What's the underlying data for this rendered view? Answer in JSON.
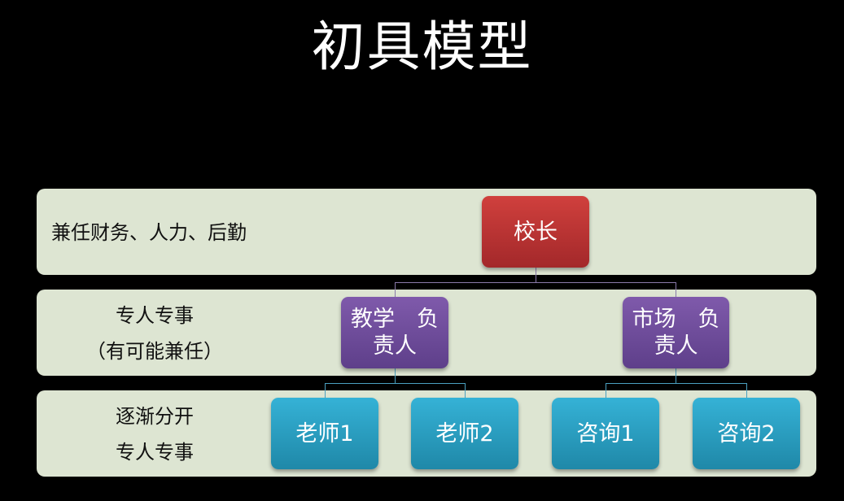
{
  "title": "初具模型",
  "colors": {
    "background": "#000000",
    "band": "#dde5d2",
    "principal_node": "#c0393a",
    "manager_node": "#6f4c9b",
    "staff_node": "#2aa0c4",
    "connector_purple": "#8a7aaa",
    "connector_blue": "#4aa0c0"
  },
  "rows": [
    {
      "label_lines": [
        "兼任财务、人力、后勤"
      ]
    },
    {
      "label_lines": [
        "专人专事",
        "（有可能兼任）"
      ]
    },
    {
      "label_lines": [
        "逐渐分开",
        "专人专事"
      ]
    }
  ],
  "nodes": {
    "principal": {
      "label": "校长"
    },
    "teaching_head": {
      "line1": "教学　负",
      "line2": "责人"
    },
    "marketing_head": {
      "line1": "市场　负",
      "line2": "责人"
    },
    "teacher1": {
      "label": "老师1"
    },
    "teacher2": {
      "label": "老师2"
    },
    "consultant1": {
      "label": "咨询1"
    },
    "consultant2": {
      "label": "咨询2"
    }
  }
}
